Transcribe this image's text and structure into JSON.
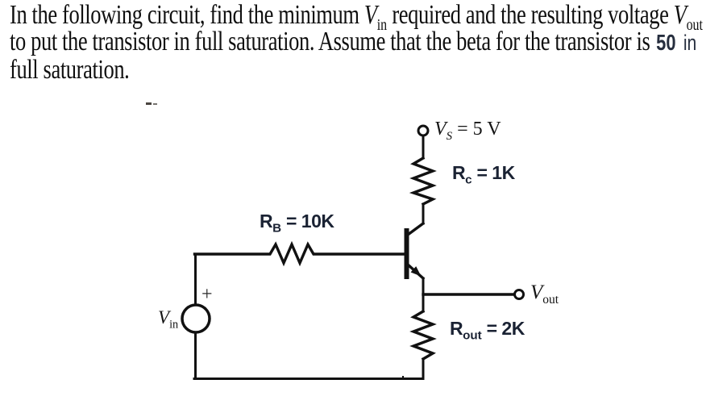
{
  "problem": {
    "line1_t1": "In the following circuit, find the minimum ",
    "line1_v1": "V",
    "line1_v1_sub": "in",
    "line1_t2": " required and the resulting voltage ",
    "line1_v2": "V",
    "line1_v2_sub": "out",
    "line2_t1": "to put the transistor in full saturation. Assume that the beta for the transistor is",
    "line2_beta": "50",
    "line2_t2": "in",
    "line3": "full saturation."
  },
  "circuit": {
    "supply_sym": "V",
    "supply_sub": "S",
    "supply_val": " = 5 V",
    "rc_sym": "R",
    "rc_sub": "c",
    "rc_val": " = 1K",
    "rb_sym": "R",
    "rb_sub": "B",
    "rb_val": " = 10K",
    "rout_sym": "R",
    "rout_sub": "out",
    "rout_val": " = 2K",
    "vout_sym": "V",
    "vout_sub": "out",
    "vin_sym": "V",
    "vin_sub": "in",
    "plus_sign": "+"
  },
  "colors": {
    "wire": "#111111",
    "resistor_label": "#1a2233",
    "body_text": "#0f0f0f",
    "beta_text": "#262e3e"
  }
}
